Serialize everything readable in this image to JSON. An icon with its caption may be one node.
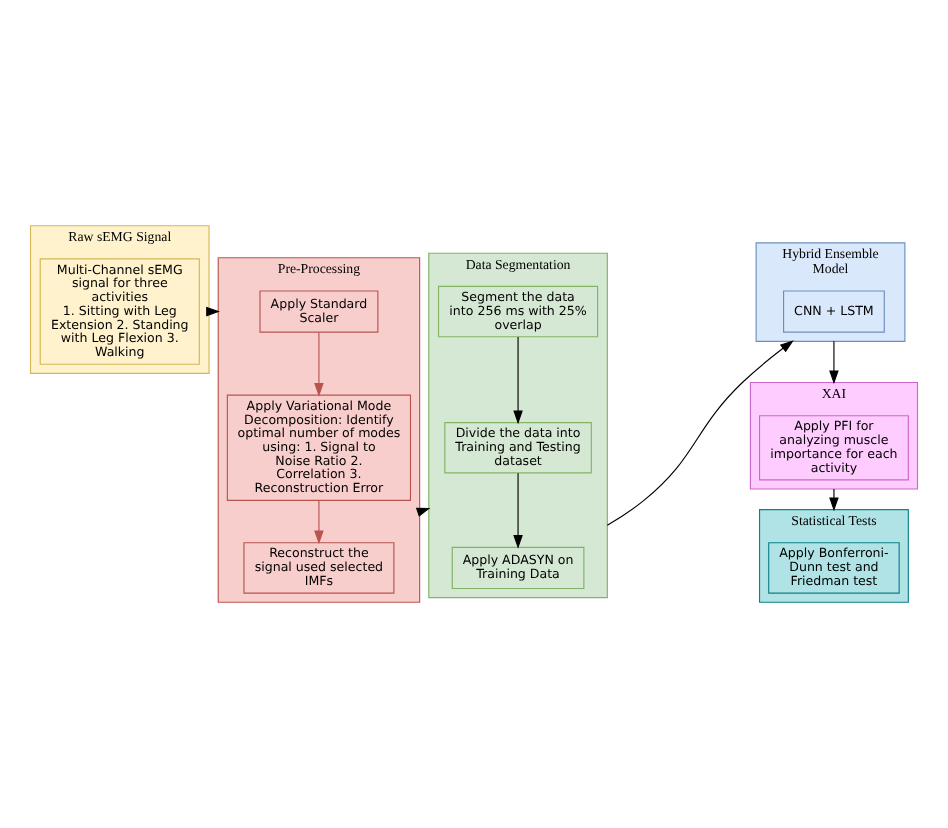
{
  "diagram": {
    "nodes": [
      {
        "text": [
          "Raw sEMG Signal"
        ]
      },
      {
        "text": [
          "Multi-Channel sEMG signal for three activities",
          "1. Sitting with Leg Extension 2. Standing with Leg Flexion 3. Walking"
        ],
        "in": 0
      },
      {
        "text": [
          "Pre-Processing"
        ]
      },
      {
        "text": [
          "Apply Standard Scaler"
        ],
        "in": 2
      },
      {
        "text": [
          "Apply Variational Mode Decomposition: Identify optimal number of modes using: 1. Signal to Noise Ratio 2. Correlation 3. Reconstruction Error"
        ],
        "in": 2
      },
      {
        "text": [
          "Reconstruct the signal used selected IMFs"
        ],
        "in": 2
      },
      {
        "text": [
          "Data Segmentation"
        ]
      },
      {
        "text": [
          "Segment the data into 256 ms with 25% overlap"
        ],
        "in": 6
      },
      {
        "text": [
          "Divide the data into Training and Testing dataset"
        ],
        "in": 6
      },
      {
        "text": [
          "Apply ADASYN on Training Data"
        ],
        "in": 6
      },
      {
        "text": [
          "Hybrid Ensemble Model"
        ]
      },
      {
        "text": [
          "CNN + LSTM"
        ],
        "in": 10
      },
      {
        "text": [
          "XAI"
        ]
      },
      {
        "text": [
          "Apply PFI for analyzing muscle importance for each activity"
        ],
        "in": 12
      },
      {
        "text": [
          "Statistical Tests"
        ]
      },
      {
        "text": [
          "Apply Bonferroni-Dunn test and Friedman test"
        ],
        "in": 14
      }
    ],
    "edges": [
      {
        "from": 0,
        "to": 2,
        "arrow": "to"
      },
      {
        "from": 3,
        "to": 4,
        "arrow": "to",
        "color": "#b85450"
      },
      {
        "from": 4,
        "to": 5,
        "arrow": "to",
        "color": "#b85450"
      },
      {
        "from": 2,
        "to": 6,
        "arrow": "to"
      },
      {
        "from": 7,
        "to": 8,
        "arrow": "to"
      },
      {
        "from": 8,
        "to": 9,
        "arrow": "to"
      },
      {
        "from": 6,
        "to": 10,
        "arrow": "to"
      },
      {
        "from": 10,
        "to": 12,
        "arrow": "to"
      },
      {
        "from": 12,
        "to": 14,
        "arrow": "to"
      }
    ]
  }
}
